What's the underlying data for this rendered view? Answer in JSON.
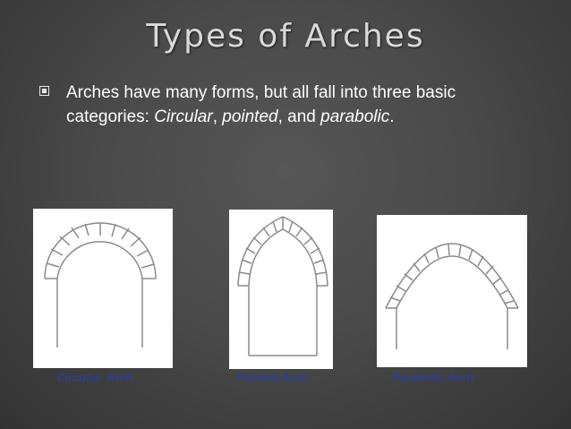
{
  "slide": {
    "title": "Types of Arches",
    "bullet": {
      "text_before": "Arches have many forms, but all fall into three basic categories: ",
      "circular": "Circular",
      "sep1": ", ",
      "pointed": "pointed",
      "sep2": ", and ",
      "parabolic": "parabolic",
      "text_after": "."
    },
    "figures": [
      {
        "caption": "Circular  Arch"
      },
      {
        "caption": "Pointed Arch"
      },
      {
        "caption": "Parabolic Arch"
      }
    ],
    "colors": {
      "background": "#4a4a4a",
      "title": "#d9d9d9",
      "text": "#ffffff",
      "caption": "#2e3f8f"
    }
  }
}
